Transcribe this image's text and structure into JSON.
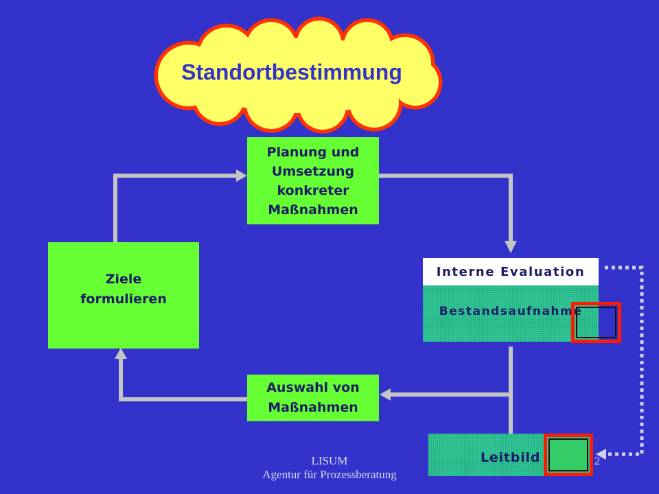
{
  "slide": {
    "page_number": "2"
  },
  "cloud": {
    "title": "Standortbestimmung"
  },
  "boxes": {
    "planung": {
      "lines": [
        "Planung und",
        "Umsetzung",
        "konkreter",
        "Maßnahmen"
      ]
    },
    "ziele": {
      "lines": [
        "Ziele",
        "formulieren"
      ]
    },
    "interne_evaluation": {
      "label": "Interne Evaluation"
    },
    "bestandsaufnahme": {
      "label": "Bestandsaufnahme"
    },
    "auswahl": {
      "lines": [
        "Auswahl von",
        "Maßnahmen"
      ]
    },
    "leitbild": {
      "label": "Leitbild"
    }
  },
  "footer": {
    "line1": "LISUM",
    "line2": "Agentur für Prozessberatung"
  },
  "icons": {
    "bestandsaufnahme_marker": "red-box-icon",
    "leitbild_marker": "red-box-icon"
  },
  "colors": {
    "background": "#3333cc",
    "box_green": "#66ff33",
    "box_teal": "#33cc99",
    "text_navy": "#1c1c66",
    "title_blue": "#3333cc",
    "footer_text": "#d8d8ee",
    "arrow_gray": "#c4c4c4",
    "marker_red": "#ff1a00",
    "cloud_fill": "#ffff66",
    "cloud_outline": "#ff3300",
    "dotted_connector": "#d0d0f0"
  }
}
